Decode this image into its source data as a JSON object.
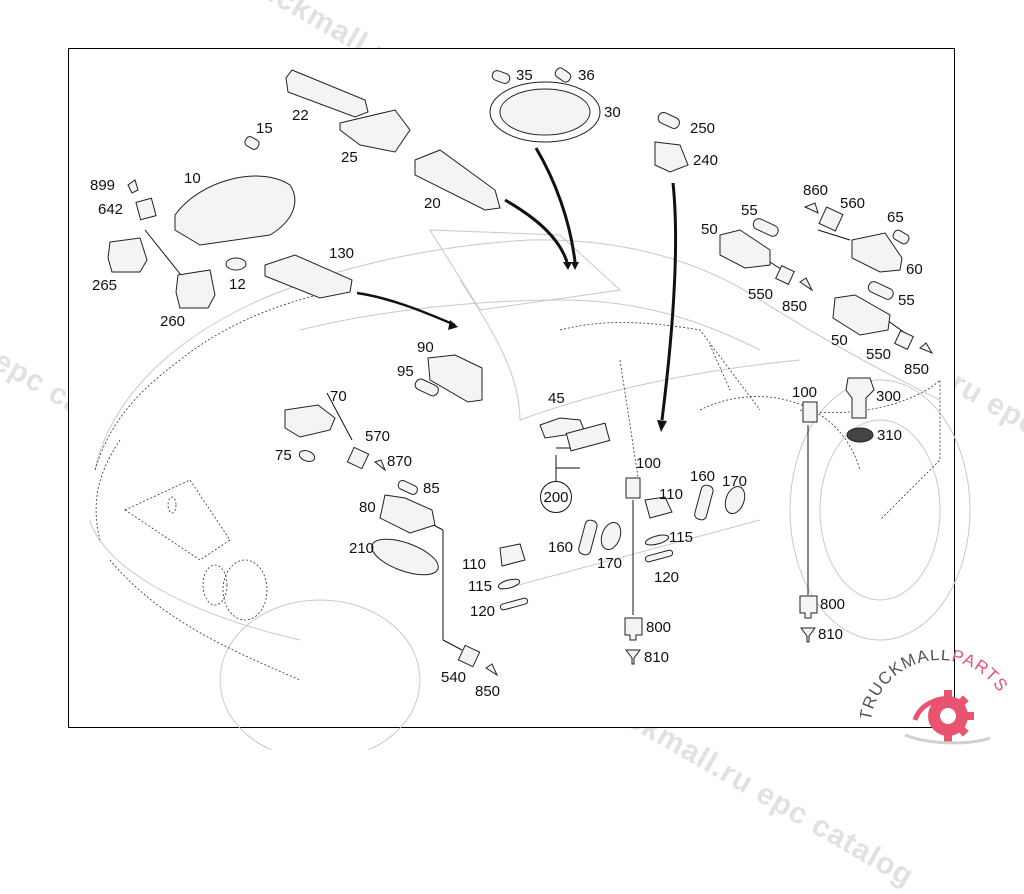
{
  "diagram": {
    "title": "Interior lighting components (exploded parts view)",
    "callouts": [
      {
        "id": "22",
        "label": "22"
      },
      {
        "id": "25",
        "label": "25"
      },
      {
        "id": "15",
        "label": "15"
      },
      {
        "id": "10",
        "label": "10"
      },
      {
        "id": "899",
        "label": "899"
      },
      {
        "id": "642",
        "label": "642"
      },
      {
        "id": "265",
        "label": "265"
      },
      {
        "id": "260",
        "label": "260"
      },
      {
        "id": "12",
        "label": "12"
      },
      {
        "id": "130",
        "label": "130"
      },
      {
        "id": "20",
        "label": "20"
      },
      {
        "id": "35",
        "label": "35"
      },
      {
        "id": "36",
        "label": "36"
      },
      {
        "id": "30",
        "label": "30"
      },
      {
        "id": "250",
        "label": "250"
      },
      {
        "id": "240",
        "label": "240"
      },
      {
        "id": "860",
        "label": "860"
      },
      {
        "id": "560",
        "label": "560"
      },
      {
        "id": "65",
        "label": "65"
      },
      {
        "id": "60",
        "label": "60"
      },
      {
        "id": "55a",
        "label": "55"
      },
      {
        "id": "50a",
        "label": "50"
      },
      {
        "id": "550a",
        "label": "550"
      },
      {
        "id": "850a",
        "label": "850"
      },
      {
        "id": "55b",
        "label": "55"
      },
      {
        "id": "50b",
        "label": "50"
      },
      {
        "id": "550b",
        "label": "550"
      },
      {
        "id": "850b",
        "label": "850"
      },
      {
        "id": "90",
        "label": "90"
      },
      {
        "id": "95",
        "label": "95"
      },
      {
        "id": "70",
        "label": "70"
      },
      {
        "id": "570",
        "label": "570"
      },
      {
        "id": "75",
        "label": "75"
      },
      {
        "id": "870",
        "label": "870"
      },
      {
        "id": "85",
        "label": "85"
      },
      {
        "id": "80",
        "label": "80"
      },
      {
        "id": "210",
        "label": "210"
      },
      {
        "id": "45",
        "label": "45"
      },
      {
        "id": "200",
        "label": "200"
      },
      {
        "id": "100a",
        "label": "100"
      },
      {
        "id": "110a",
        "label": "110"
      },
      {
        "id": "115a",
        "label": "115"
      },
      {
        "id": "120a",
        "label": "120"
      },
      {
        "id": "160a",
        "label": "160"
      },
      {
        "id": "170a",
        "label": "170"
      },
      {
        "id": "160b",
        "label": "160"
      },
      {
        "id": "170b",
        "label": "170"
      },
      {
        "id": "110b",
        "label": "110"
      },
      {
        "id": "115b",
        "label": "115"
      },
      {
        "id": "120b",
        "label": "120"
      },
      {
        "id": "800a",
        "label": "800"
      },
      {
        "id": "810a",
        "label": "810"
      },
      {
        "id": "540",
        "label": "540"
      },
      {
        "id": "850c",
        "label": "850"
      },
      {
        "id": "100b",
        "label": "100"
      },
      {
        "id": "300",
        "label": "300"
      },
      {
        "id": "310",
        "label": "310"
      },
      {
        "id": "800b",
        "label": "800"
      },
      {
        "id": "810b",
        "label": "810"
      }
    ]
  },
  "watermarks": [
    "truckmall.ru epc catalog",
    "truckmall.ru epc catalog",
    "truckmall.ru epc catalog",
    "truckmall.ru epc catalog",
    "ll epc catalog",
    "truckmall.ru epc catalog"
  ],
  "logo": {
    "text_dark": "TRUCKMALL",
    "text_accent": "PARTS",
    "accent_color": "#e8536f"
  }
}
